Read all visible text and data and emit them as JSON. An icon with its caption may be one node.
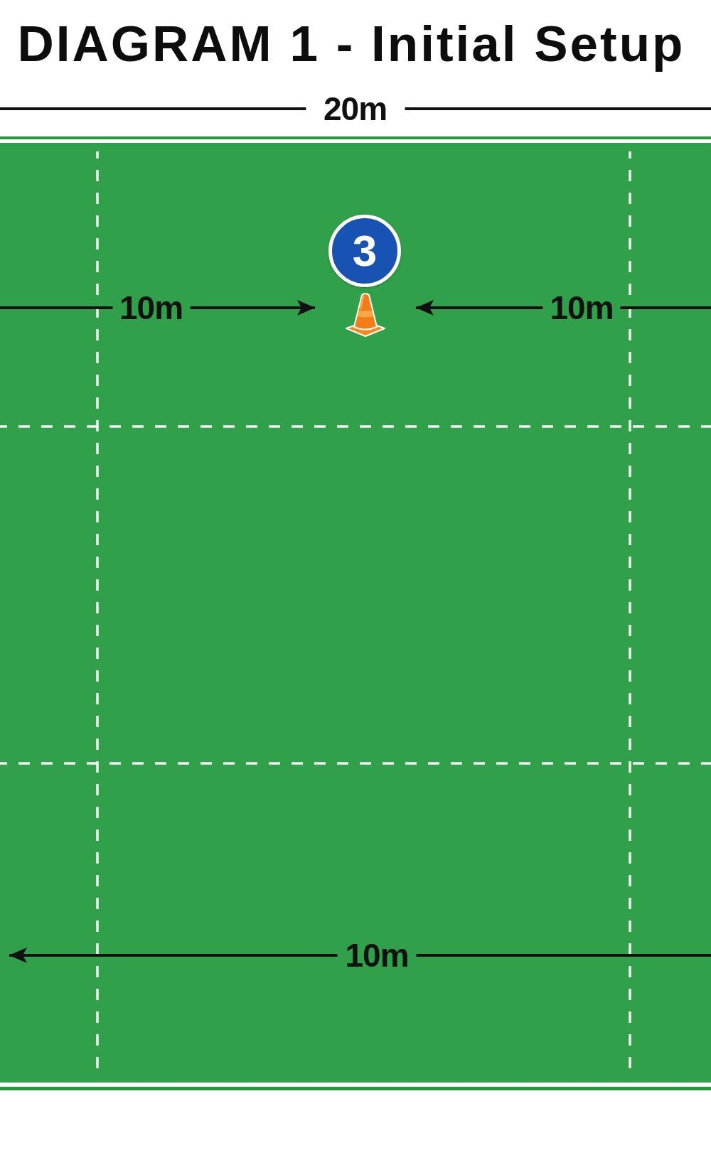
{
  "diagram": {
    "title": "DIAGRAM 1 - Initial Setup",
    "nodes": [
      {
        "text": [
          "3"
        ]
      }
    ],
    "labels": [
      "20m",
      "10m",
      "10m",
      "10m"
    ]
  }
}
